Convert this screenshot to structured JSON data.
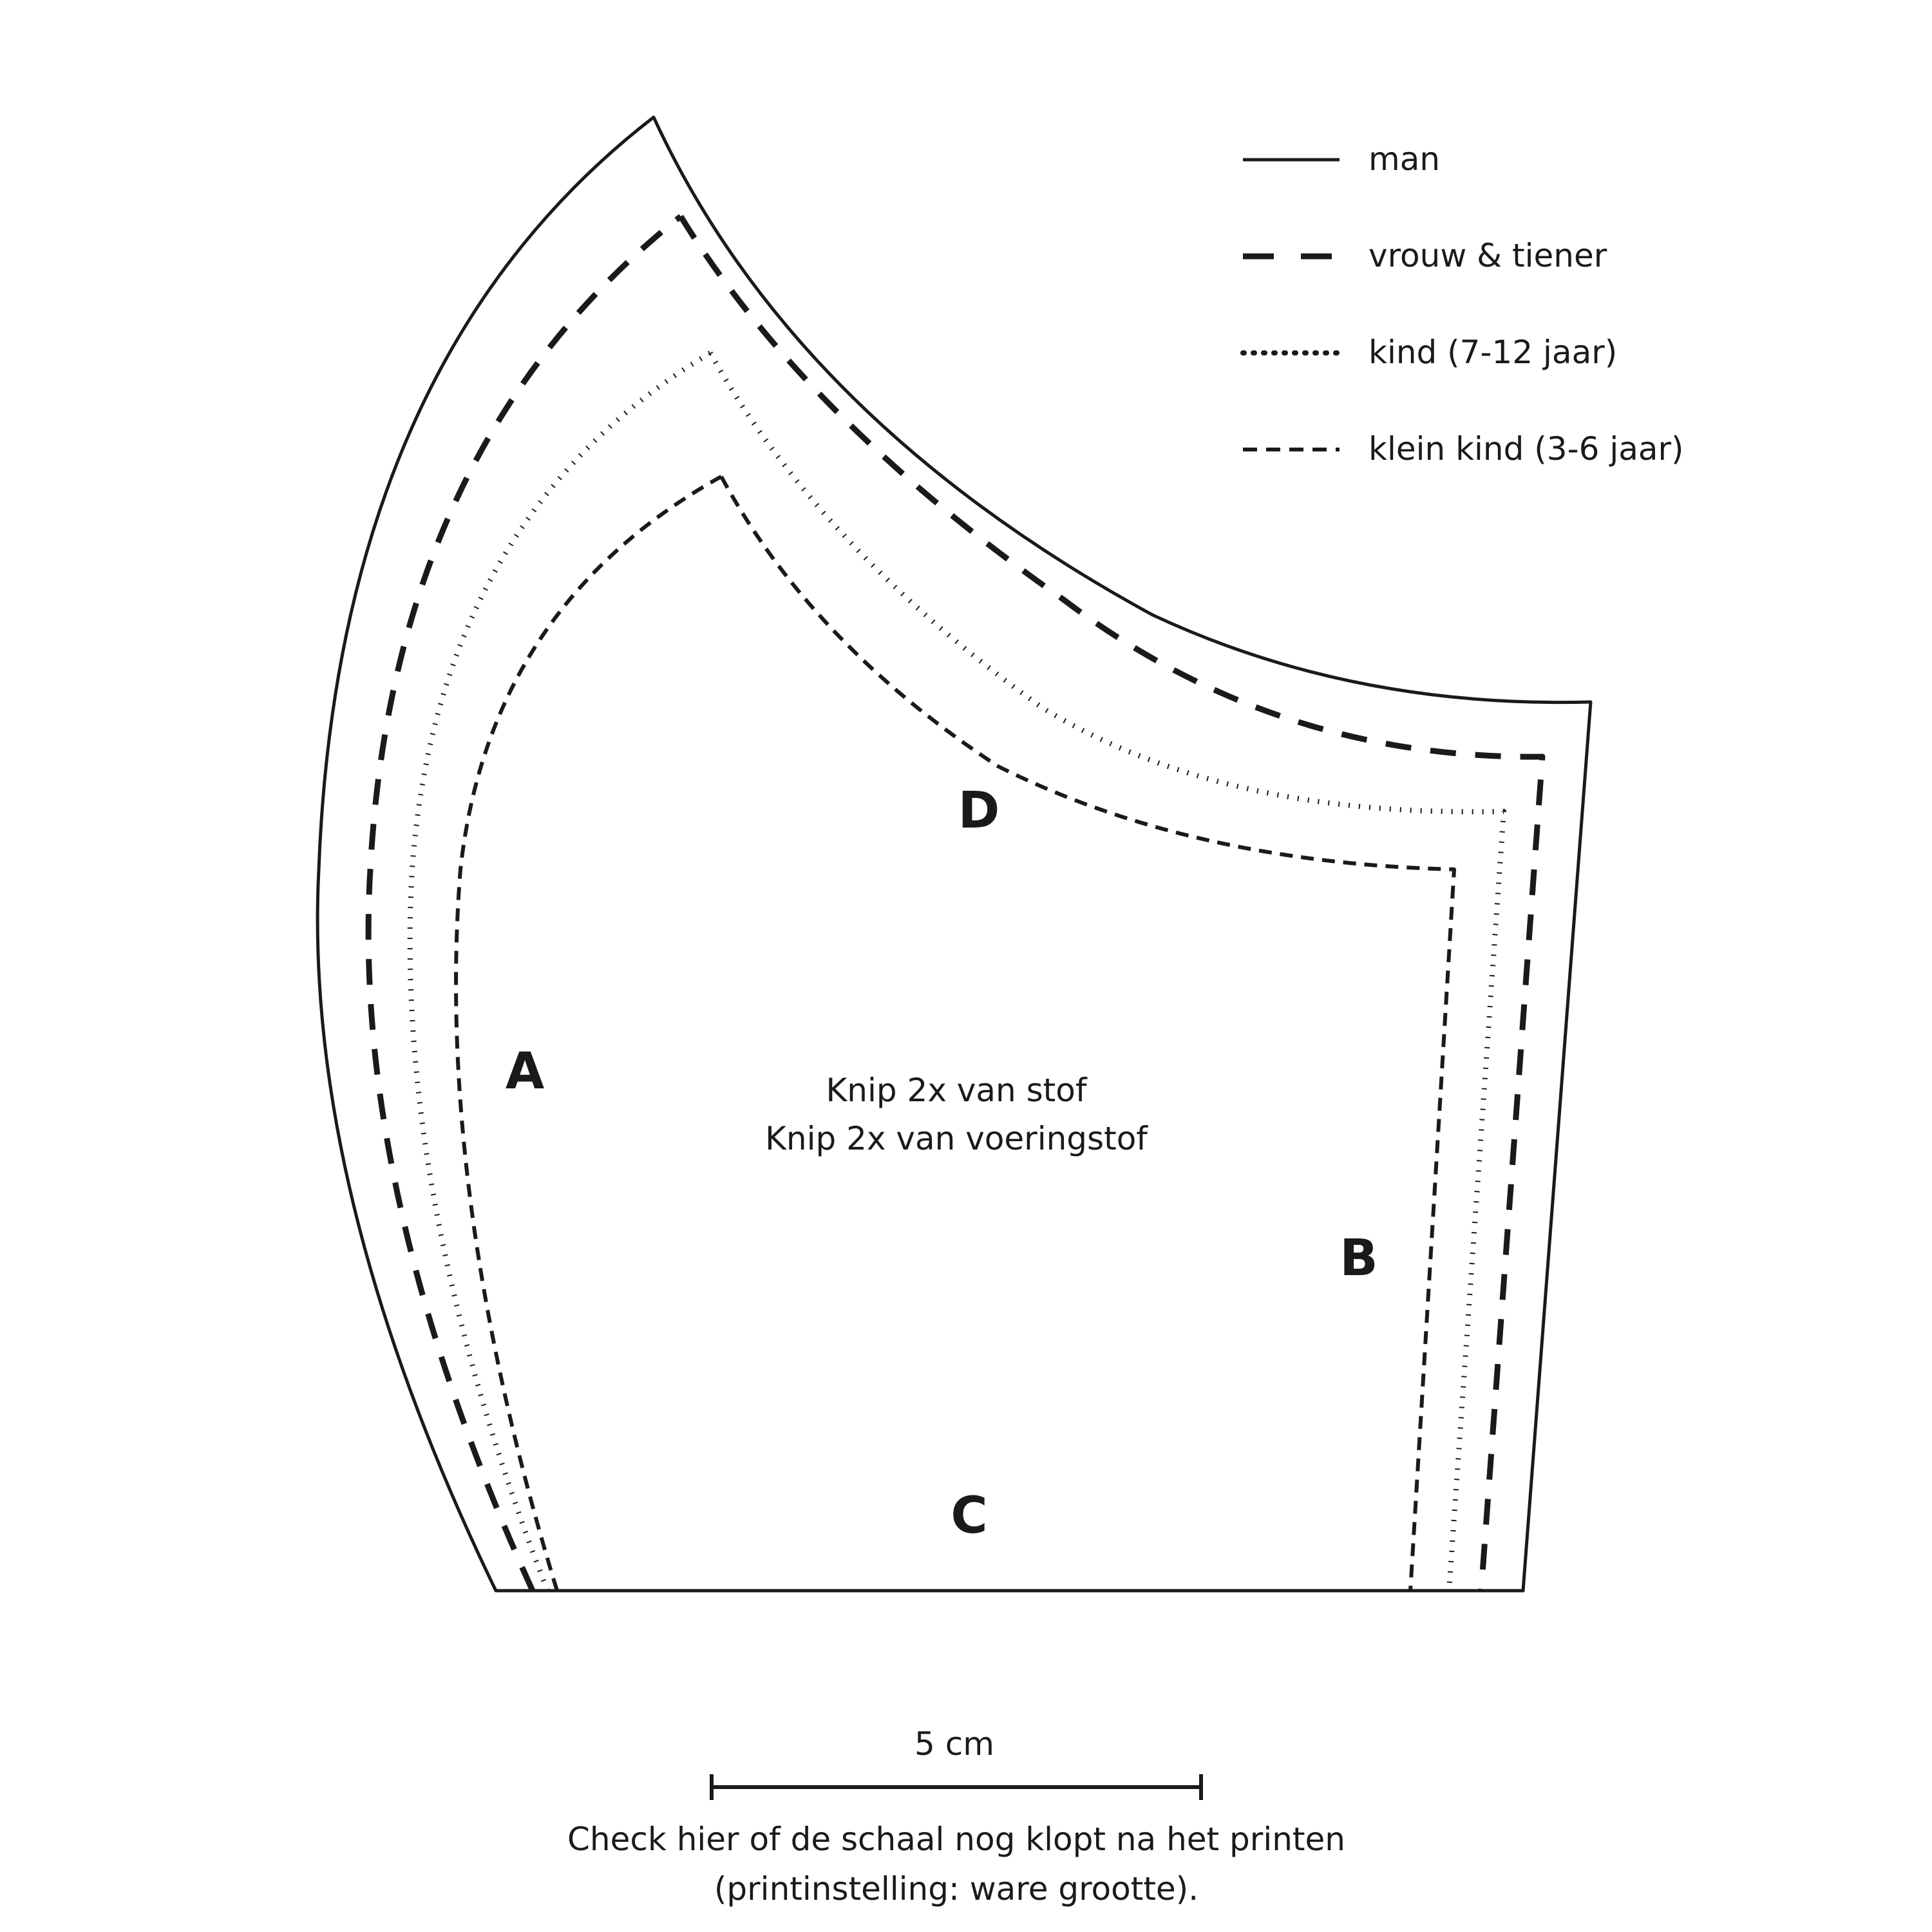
{
  "legend": [
    {
      "id": "man",
      "label": "man",
      "style": "solid"
    },
    {
      "id": "vrouw",
      "label": "vrouw & tiener",
      "style": "long-dash"
    },
    {
      "id": "kind",
      "label": "kind (7-12 jaar)",
      "style": "dotted"
    },
    {
      "id": "klein",
      "label": "klein kind (3-6 jaar)",
      "style": "short-dash"
    }
  ],
  "seams": {
    "a": "A",
    "b": "B",
    "c": "C",
    "d": "D"
  },
  "instructions": {
    "line1": "Knip 2x van stof",
    "line2": "Knip 2x van voeringstof"
  },
  "scale": {
    "label": "5 cm"
  },
  "caption": {
    "line1": "Check hier of de schaal nog klopt na het printen",
    "line2": "(printinstelling: ware grootte)."
  }
}
